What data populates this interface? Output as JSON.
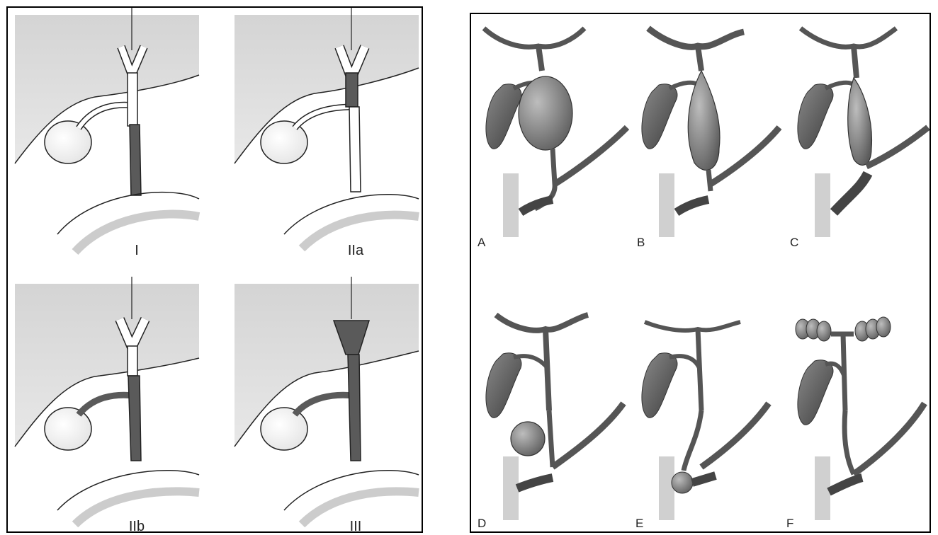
{
  "left_figure": {
    "panels": [
      {
        "label": "I"
      },
      {
        "label": "IIa"
      },
      {
        "label": "IIb"
      },
      {
        "label": "III"
      }
    ]
  },
  "right_figure": {
    "panels": [
      {
        "label": "A"
      },
      {
        "label": "B"
      },
      {
        "label": "C"
      },
      {
        "label": "D"
      },
      {
        "label": "E"
      },
      {
        "label": "F"
      }
    ]
  },
  "colors": {
    "border": "#000000",
    "liver_shade": "#d9d9d9",
    "duct_dark": "#5a5a5a",
    "duct_light": "#ffffff",
    "duct_gray": "#8c8c8c"
  }
}
